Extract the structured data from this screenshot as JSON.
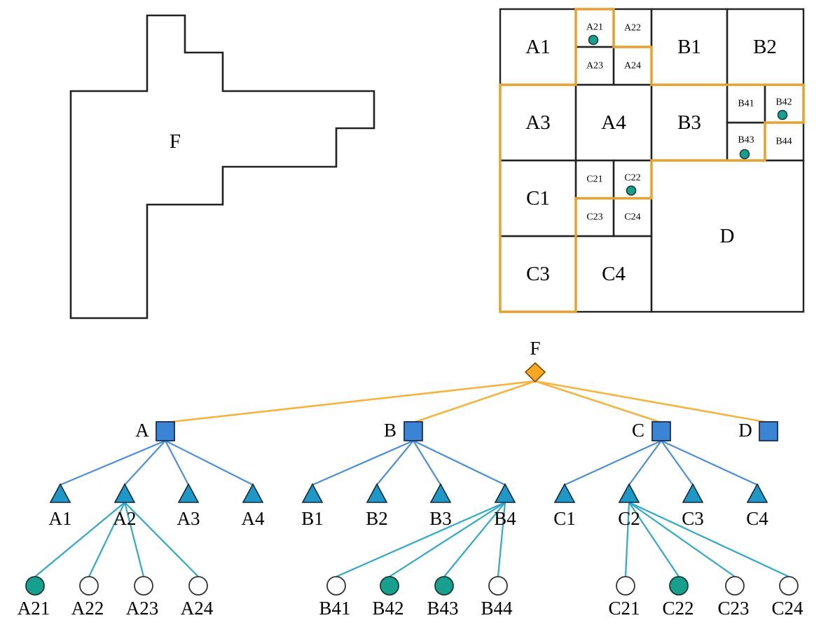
{
  "shape": {
    "label": "F"
  },
  "grid": {
    "cells": [
      {
        "id": "A1",
        "label": "A1"
      },
      {
        "id": "A21",
        "label": "A21"
      },
      {
        "id": "A22",
        "label": "A22"
      },
      {
        "id": "A23",
        "label": "A23"
      },
      {
        "id": "A24",
        "label": "A24"
      },
      {
        "id": "B1",
        "label": "B1"
      },
      {
        "id": "B2",
        "label": "B2"
      },
      {
        "id": "A3",
        "label": "A3"
      },
      {
        "id": "A4",
        "label": "A4"
      },
      {
        "id": "B3",
        "label": "B3"
      },
      {
        "id": "B41",
        "label": "B41"
      },
      {
        "id": "B42",
        "label": "B42"
      },
      {
        "id": "B43",
        "label": "B43"
      },
      {
        "id": "B44",
        "label": "B44"
      },
      {
        "id": "C1",
        "label": "C1"
      },
      {
        "id": "C21",
        "label": "C21"
      },
      {
        "id": "C22",
        "label": "C22"
      },
      {
        "id": "C23",
        "label": "C23"
      },
      {
        "id": "C24",
        "label": "C24"
      },
      {
        "id": "C3",
        "label": "C3"
      },
      {
        "id": "C4",
        "label": "C4"
      },
      {
        "id": "D",
        "label": "D"
      }
    ],
    "marked_cells": [
      "A21",
      "B42",
      "B43",
      "C22"
    ]
  },
  "tree": {
    "root": "F",
    "level1": [
      "A",
      "B",
      "C",
      "D"
    ],
    "level2": [
      "A1",
      "A2",
      "A3",
      "A4",
      "B1",
      "B2",
      "B3",
      "B4",
      "C1",
      "C2",
      "C3",
      "C4"
    ],
    "level3": [
      {
        "label": "A21",
        "filled": true
      },
      {
        "label": "A22",
        "filled": false
      },
      {
        "label": "A23",
        "filled": false
      },
      {
        "label": "A24",
        "filled": false
      },
      {
        "label": "B41",
        "filled": false
      },
      {
        "label": "B42",
        "filled": true
      },
      {
        "label": "B43",
        "filled": true
      },
      {
        "label": "B44",
        "filled": false
      },
      {
        "label": "C21",
        "filled": false
      },
      {
        "label": "C22",
        "filled": true
      },
      {
        "label": "C23",
        "filled": false
      },
      {
        "label": "C24",
        "filled": false
      }
    ]
  },
  "colors": {
    "outline": "#222222",
    "highlight": "#e6a22e",
    "root_node": "#f5a623",
    "square_node": "#3b83d3",
    "triangle_node": "#1f98c7",
    "filled_leaf": "#17a08e",
    "empty_leaf": "#ffffff",
    "root_edge": "#f5b440",
    "level1_edge": "#4a8fdc",
    "level2_edge": "#2ea9cc"
  }
}
